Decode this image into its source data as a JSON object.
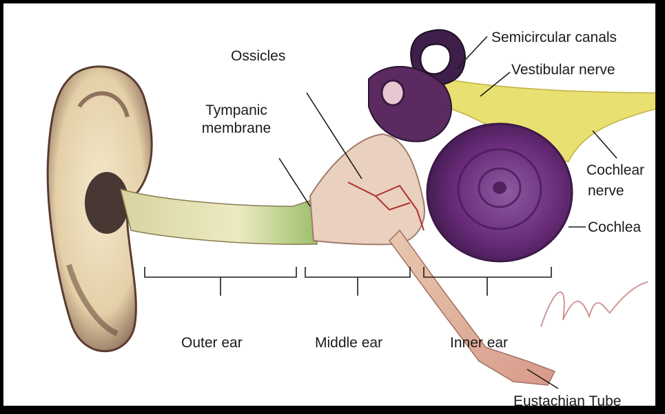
{
  "labels": {
    "semicircular_canals": "Semicircular canals",
    "vestibular_nerve": "Vestibular nerve",
    "ossicles": "Ossicles",
    "tympanic_membrane_line1": "Tympanic",
    "tympanic_membrane_line2": "membrane",
    "cochlear_nerve_line1": "Cochlear",
    "cochlear_nerve_line2": "nerve",
    "cochlea": "Cochlea",
    "outer_ear": "Outer ear",
    "middle_ear": "Middle ear",
    "inner_ear": "Inner ear",
    "eustachian_tube": "Eustachian Tube"
  },
  "colors": {
    "skin": "#eadcb8",
    "skin_shadow": "#8a6a58",
    "dark": "#2a1a1a",
    "canal": "#ecebc2",
    "nerve": "#e8e070",
    "cochlea": "#6a2c7a",
    "cochlea_light": "#8e5aa0",
    "blood": "#b03030",
    "tube": "#e0b0a0",
    "signature": "#c87a7a"
  }
}
